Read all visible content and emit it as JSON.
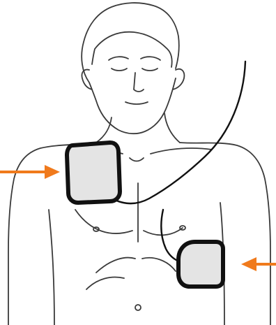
{
  "diagram": {
    "subject": "aed-pad-placement",
    "colors": {
      "outline": "#3a3a3a",
      "pad_fill": "#e4e4e4",
      "pad_border": "#111111",
      "cable": "#111111",
      "arrow": "#f07a1c",
      "background": "#ffffff"
    },
    "elements": [
      {
        "name": "torso-figure",
        "icon": "human-torso-line-art"
      },
      {
        "name": "pad-upper-right-chest",
        "icon": "electrode-pad"
      },
      {
        "name": "pad-left-side",
        "icon": "electrode-pad"
      },
      {
        "name": "cable",
        "icon": "connector-wire"
      },
      {
        "name": "arrow-left",
        "icon": "arrow-right-icon"
      },
      {
        "name": "arrow-right",
        "icon": "arrow-left-icon"
      }
    ]
  }
}
